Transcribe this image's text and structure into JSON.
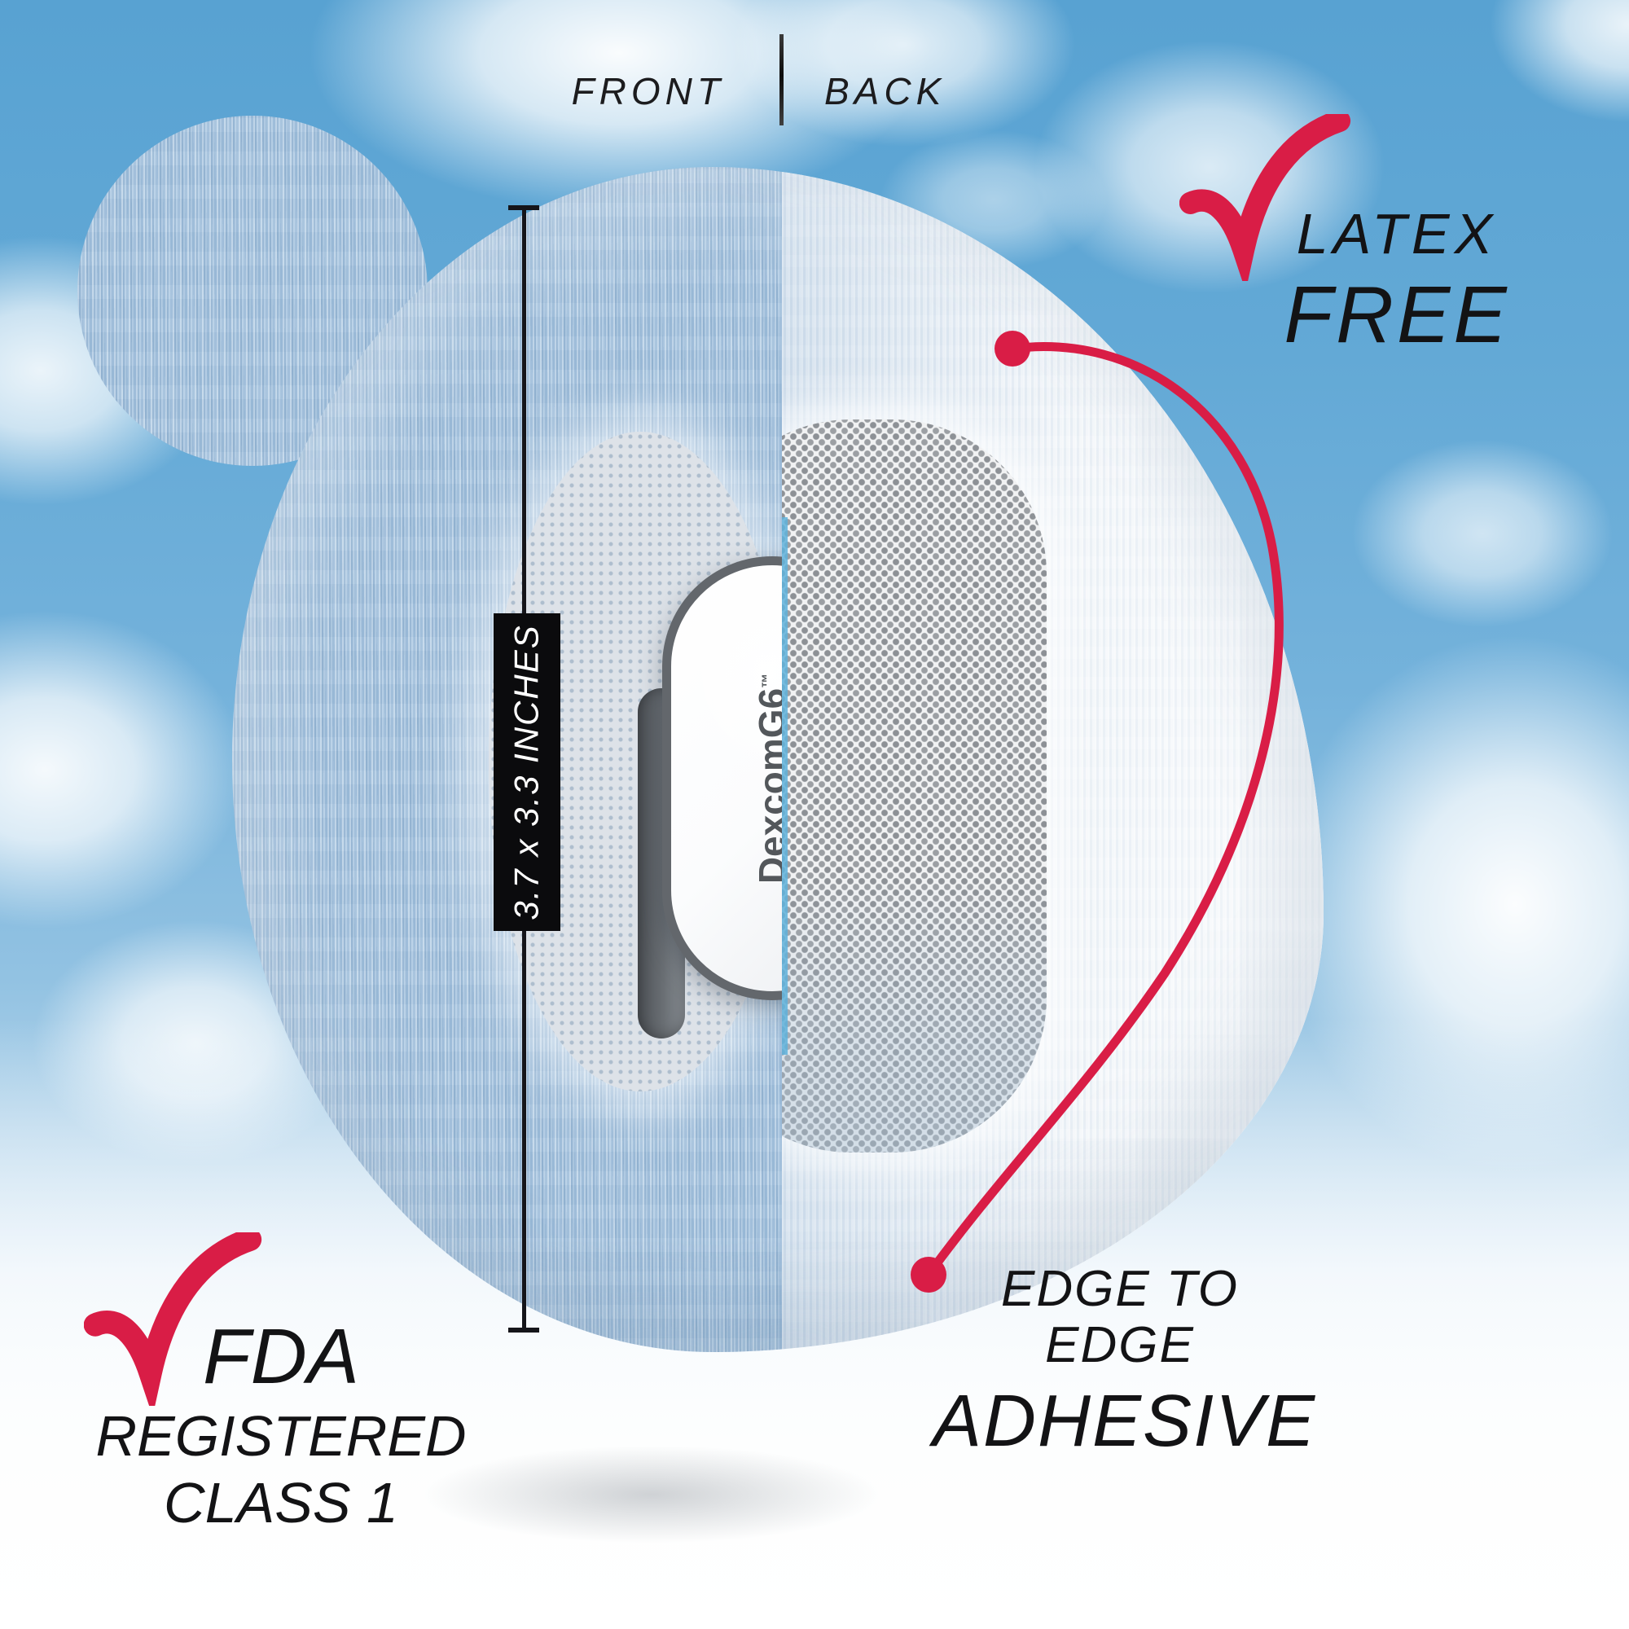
{
  "scene": {
    "view_labels": {
      "front": "FRONT",
      "back": "BACK"
    },
    "measurement": {
      "size_label": "3.7 x 3.3 INCHES"
    },
    "device": {
      "label": "DexcomG6",
      "trademark": "™"
    },
    "callout_latex": {
      "line1": "LATEX",
      "line2": "FREE"
    },
    "callout_fda": {
      "line1": "FDA",
      "line2": "REGISTERED",
      "line3": "CLASS 1"
    },
    "callout_adhesive": {
      "line1": "EDGE TO EDGE",
      "line2": "ADHESIVE"
    },
    "colors": {
      "accent_red": "#d91d46",
      "sky_blue": "#63a9d6",
      "patch_front_blue": "#a5c4e0",
      "patch_back_light": "#e2eaf2",
      "mesh_gray": "#8d9196",
      "text_black": "#131315"
    }
  }
}
